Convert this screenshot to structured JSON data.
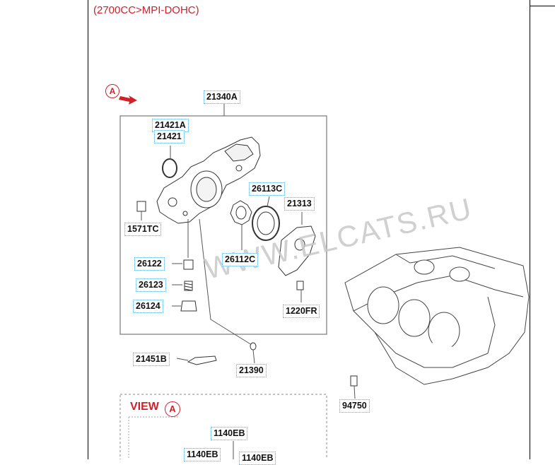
{
  "header": {
    "title": "(2700CC>MPI-DOHC)"
  },
  "marker": {
    "letter": "A"
  },
  "view": {
    "label": "VIEW",
    "letter": "A"
  },
  "watermark": "WWW.ELCATS.RU",
  "parts": {
    "p21340A": "21340A",
    "p21421A": "21421A",
    "p21421": "21421",
    "p26113C": "26113C",
    "p21313": "21313",
    "p1571TC": "1571TC",
    "p26112C": "26112C",
    "p26122": "26122",
    "p26123": "26123",
    "p26124": "26124",
    "p1220FR": "1220FR",
    "p21451B": "21451B",
    "p21390": "21390",
    "p94750": "94750",
    "p1140EB_a": "1140EB",
    "p1140EB_b": "1140EB",
    "p1140EB_c": "1140EB"
  },
  "colors": {
    "accent": "#d0202a",
    "label_border": "#5aa6d6",
    "watermark": "#c8c8c8"
  }
}
